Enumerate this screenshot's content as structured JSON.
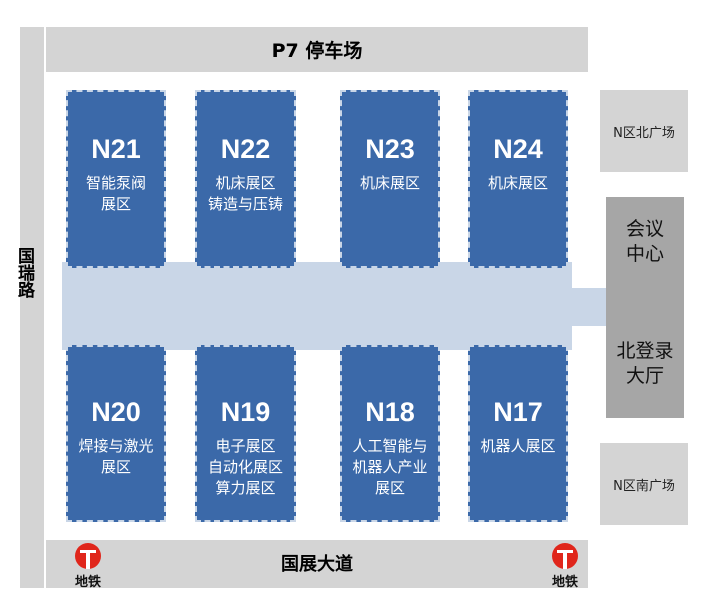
{
  "roads": {
    "left": "国瑞路",
    "top": "P7 停车场",
    "bottom": "国展大道"
  },
  "halls_top": [
    {
      "code": "N21",
      "name": [
        "智能泵阀",
        "展区"
      ]
    },
    {
      "code": "N22",
      "name": [
        "机床展区",
        "铸造与压铸"
      ]
    },
    {
      "code": "N23",
      "name": [
        "机床展区"
      ]
    },
    {
      "code": "N24",
      "name": [
        "机床展区"
      ]
    }
  ],
  "halls_bottom": [
    {
      "code": "N20",
      "name": [
        "焊接与激光",
        "展区"
      ]
    },
    {
      "code": "N19",
      "name": [
        "电子展区",
        "自动化展区",
        "算力展区"
      ]
    },
    {
      "code": "N18",
      "name": [
        "人工智能与",
        "机器人产业",
        "展区"
      ]
    },
    {
      "code": "N17",
      "name": [
        "机器人展区"
      ]
    }
  ],
  "plazas": {
    "north": "N区北广场",
    "south": "N区南广场"
  },
  "center": {
    "conference": [
      "会议",
      "中心"
    ],
    "registration": [
      "北登录",
      "大厅"
    ]
  },
  "metro": {
    "label": "地铁"
  },
  "colors": {
    "hall": "#3b69a9",
    "corridor": "#c9d6e7",
    "road": "#d4d4d4",
    "center": "#a6a6a6"
  }
}
